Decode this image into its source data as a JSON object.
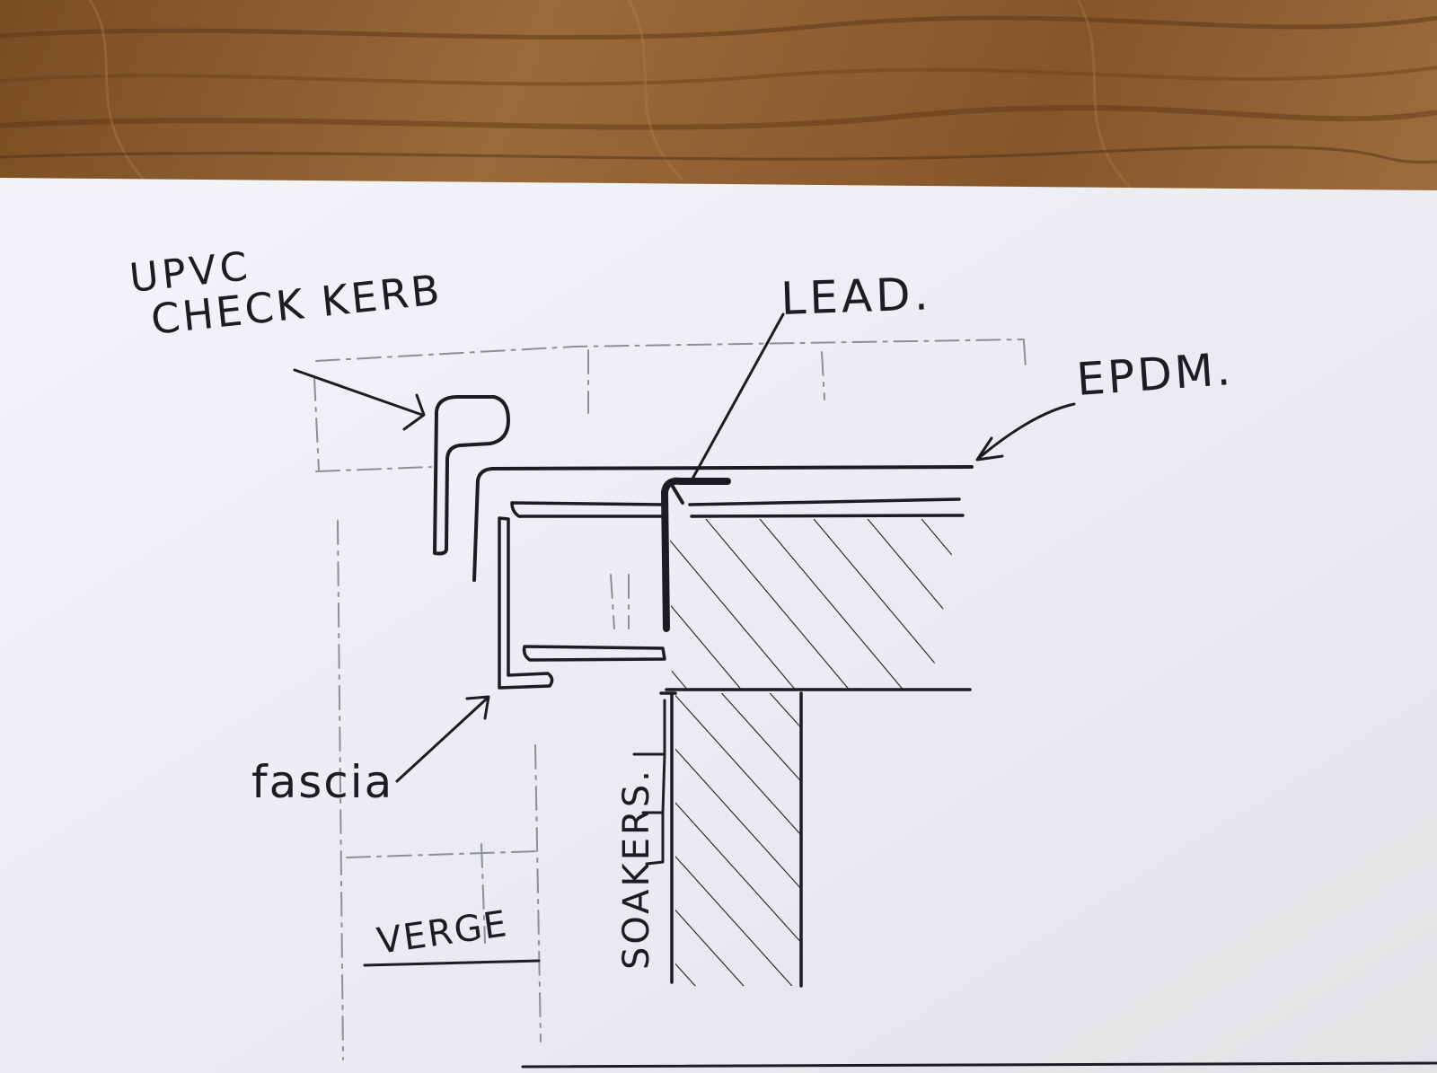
{
  "drawing": {
    "labels": {
      "kerb_line1": "UPVC",
      "kerb_line2": "CHECK KERB",
      "lead": "LEAD.",
      "epdm": "EPDM.",
      "fascia": "fascia",
      "verge": "VERGE",
      "soakers": "SOAKERS."
    },
    "colors": {
      "ink": "#1c1c22",
      "paper": "#eef0f4",
      "pencil": "#8d8f96",
      "table_wood": "#8a5a2e"
    },
    "background": "wooden-table"
  }
}
